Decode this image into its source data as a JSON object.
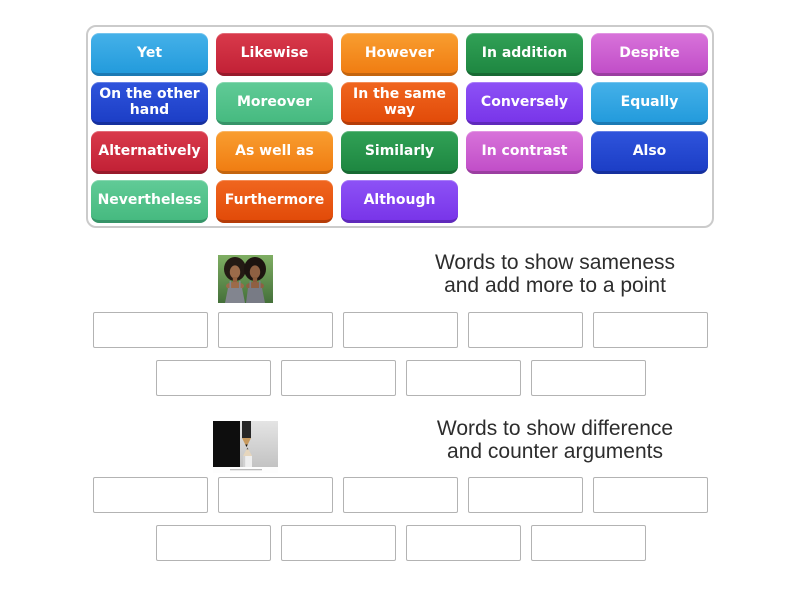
{
  "tiles": [
    {
      "label": "Yet",
      "color": "sky"
    },
    {
      "label": "Likewise",
      "color": "crimson"
    },
    {
      "label": "However",
      "color": "orange"
    },
    {
      "label": "In addition",
      "color": "green"
    },
    {
      "label": "Despite",
      "color": "orchid"
    },
    {
      "label": "On the other hand",
      "color": "royal"
    },
    {
      "label": "Moreover",
      "color": "seagreen"
    },
    {
      "label": "In the same way",
      "color": "vermilion"
    },
    {
      "label": "Conversely",
      "color": "violet"
    },
    {
      "label": "Equally",
      "color": "sky"
    },
    {
      "label": "Alternatively",
      "color": "crimson"
    },
    {
      "label": "As well as",
      "color": "orange"
    },
    {
      "label": "Similarly",
      "color": "green"
    },
    {
      "label": "In contrast",
      "color": "orchid"
    },
    {
      "label": "Also",
      "color": "royal"
    },
    {
      "label": "Nevertheless",
      "color": "seagreen"
    },
    {
      "label": "Furthermore",
      "color": "vermilion"
    },
    {
      "label": "Although",
      "color": "violet"
    }
  ],
  "palette": {
    "sky": {
      "top": "#45b1e9",
      "main": "#239bdc",
      "dark": "#1b7ab4"
    },
    "crimson": {
      "top": "#d93a4b",
      "main": "#c22136",
      "dark": "#981a2b"
    },
    "orange": {
      "top": "#f99e30",
      "main": "#f07d12",
      "dark": "#c4650e"
    },
    "green": {
      "top": "#31a156",
      "main": "#1e8741",
      "dark": "#176a33"
    },
    "orchid": {
      "top": "#d873da",
      "main": "#c14ec8",
      "dark": "#9b3ea1"
    },
    "royal": {
      "top": "#2f54dc",
      "main": "#1c3ec6",
      "dark": "#15309e"
    },
    "seagreen": {
      "top": "#61cb97",
      "main": "#46ba80",
      "dark": "#369468"
    },
    "vermilion": {
      "top": "#f0661f",
      "main": "#e24b09",
      "dark": "#b53c08"
    },
    "violet": {
      "top": "#8d52f6",
      "main": "#7935e9",
      "dark": "#5f29bb"
    }
  },
  "groups": [
    {
      "title_line1": "Words to show sameness",
      "title_line2": "and add more to a point",
      "image": "twin-girls-photo"
    },
    {
      "title_line1": "Words to show difference",
      "title_line2": "and counter arguments",
      "image": "facing-pencils-photo"
    }
  ],
  "colors": {
    "panel_border": "#cbcbcb",
    "slot_border": "#b3b3b3",
    "title_text": "#2d2d2d"
  }
}
